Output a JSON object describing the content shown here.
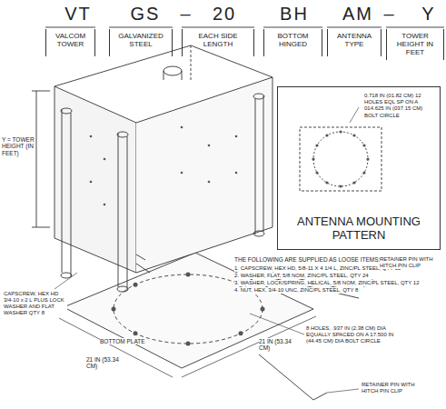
{
  "diagram": {
    "nodes": [
      {
        "text": [
          "VALCOM TOWER"
        ]
      },
      {
        "text": [
          "GALVANIZED STEEL"
        ]
      },
      {
        "text": [
          "EACH SIDE LENGTH"
        ]
      },
      {
        "text": [
          "BOTTOM HINGED"
        ]
      },
      {
        "text": [
          "ANTENNA TYPE"
        ]
      },
      {
        "text": [
          "TOWER HEIGHT IN FEET"
        ]
      },
      {
        "text": [
          "ANTENNA MOUNTING PATTERN",
          "0.718 IN (01.82 CM) 12 HOLES EQL SP ON A 014.625 IN (037.15 CM) BOLT CIRCLE"
        ]
      }
    ],
    "labels": [
      "VT",
      "GS",
      "–",
      "20",
      "BH",
      "AM",
      "–",
      "Y",
      "THE FOLLOWING ARE SUPPLIED AS LOOSE ITEMS:",
      "1. CAPSCREW, HEX HD, 5/8-11 X 4 1/4 L, ZINC/PL STEEL, QTY 12",
      "2. WASHER, FLAT, 5/8 NOM, ZINC/PL STEEL, QTY 24",
      "3. WASHER, LOCK/SPRING, HELICAL, 5/8 NOM, ZINC/PL STEEL, QTY 12",
      "4. NUT, HEX, 3/4-10 UNC, ZINC/PL STEEL, QTY 8",
      "Y = TOWER HEIGHT (IN FEET)",
      "CAPSCREW, HEX HD 3/4-10 x 2 L PLUS LOCK WASHER AND FLAT WASHER QTY 8",
      "BOTTOM PLATE",
      "21 IN (53.34 CM)",
      "21 IN (53.34 CM)",
      "RETAINER PIN WITH HITCH PIN CLIP",
      "RETAINER PIN WITH HITCH PIN CLIP",
      "8 HOLES, .937 IN (2.38 CM) DIA EQUALLY SPACED ON A 17.500 IN (44.45 CM) DIA BOLT CIRCLE"
    ]
  }
}
